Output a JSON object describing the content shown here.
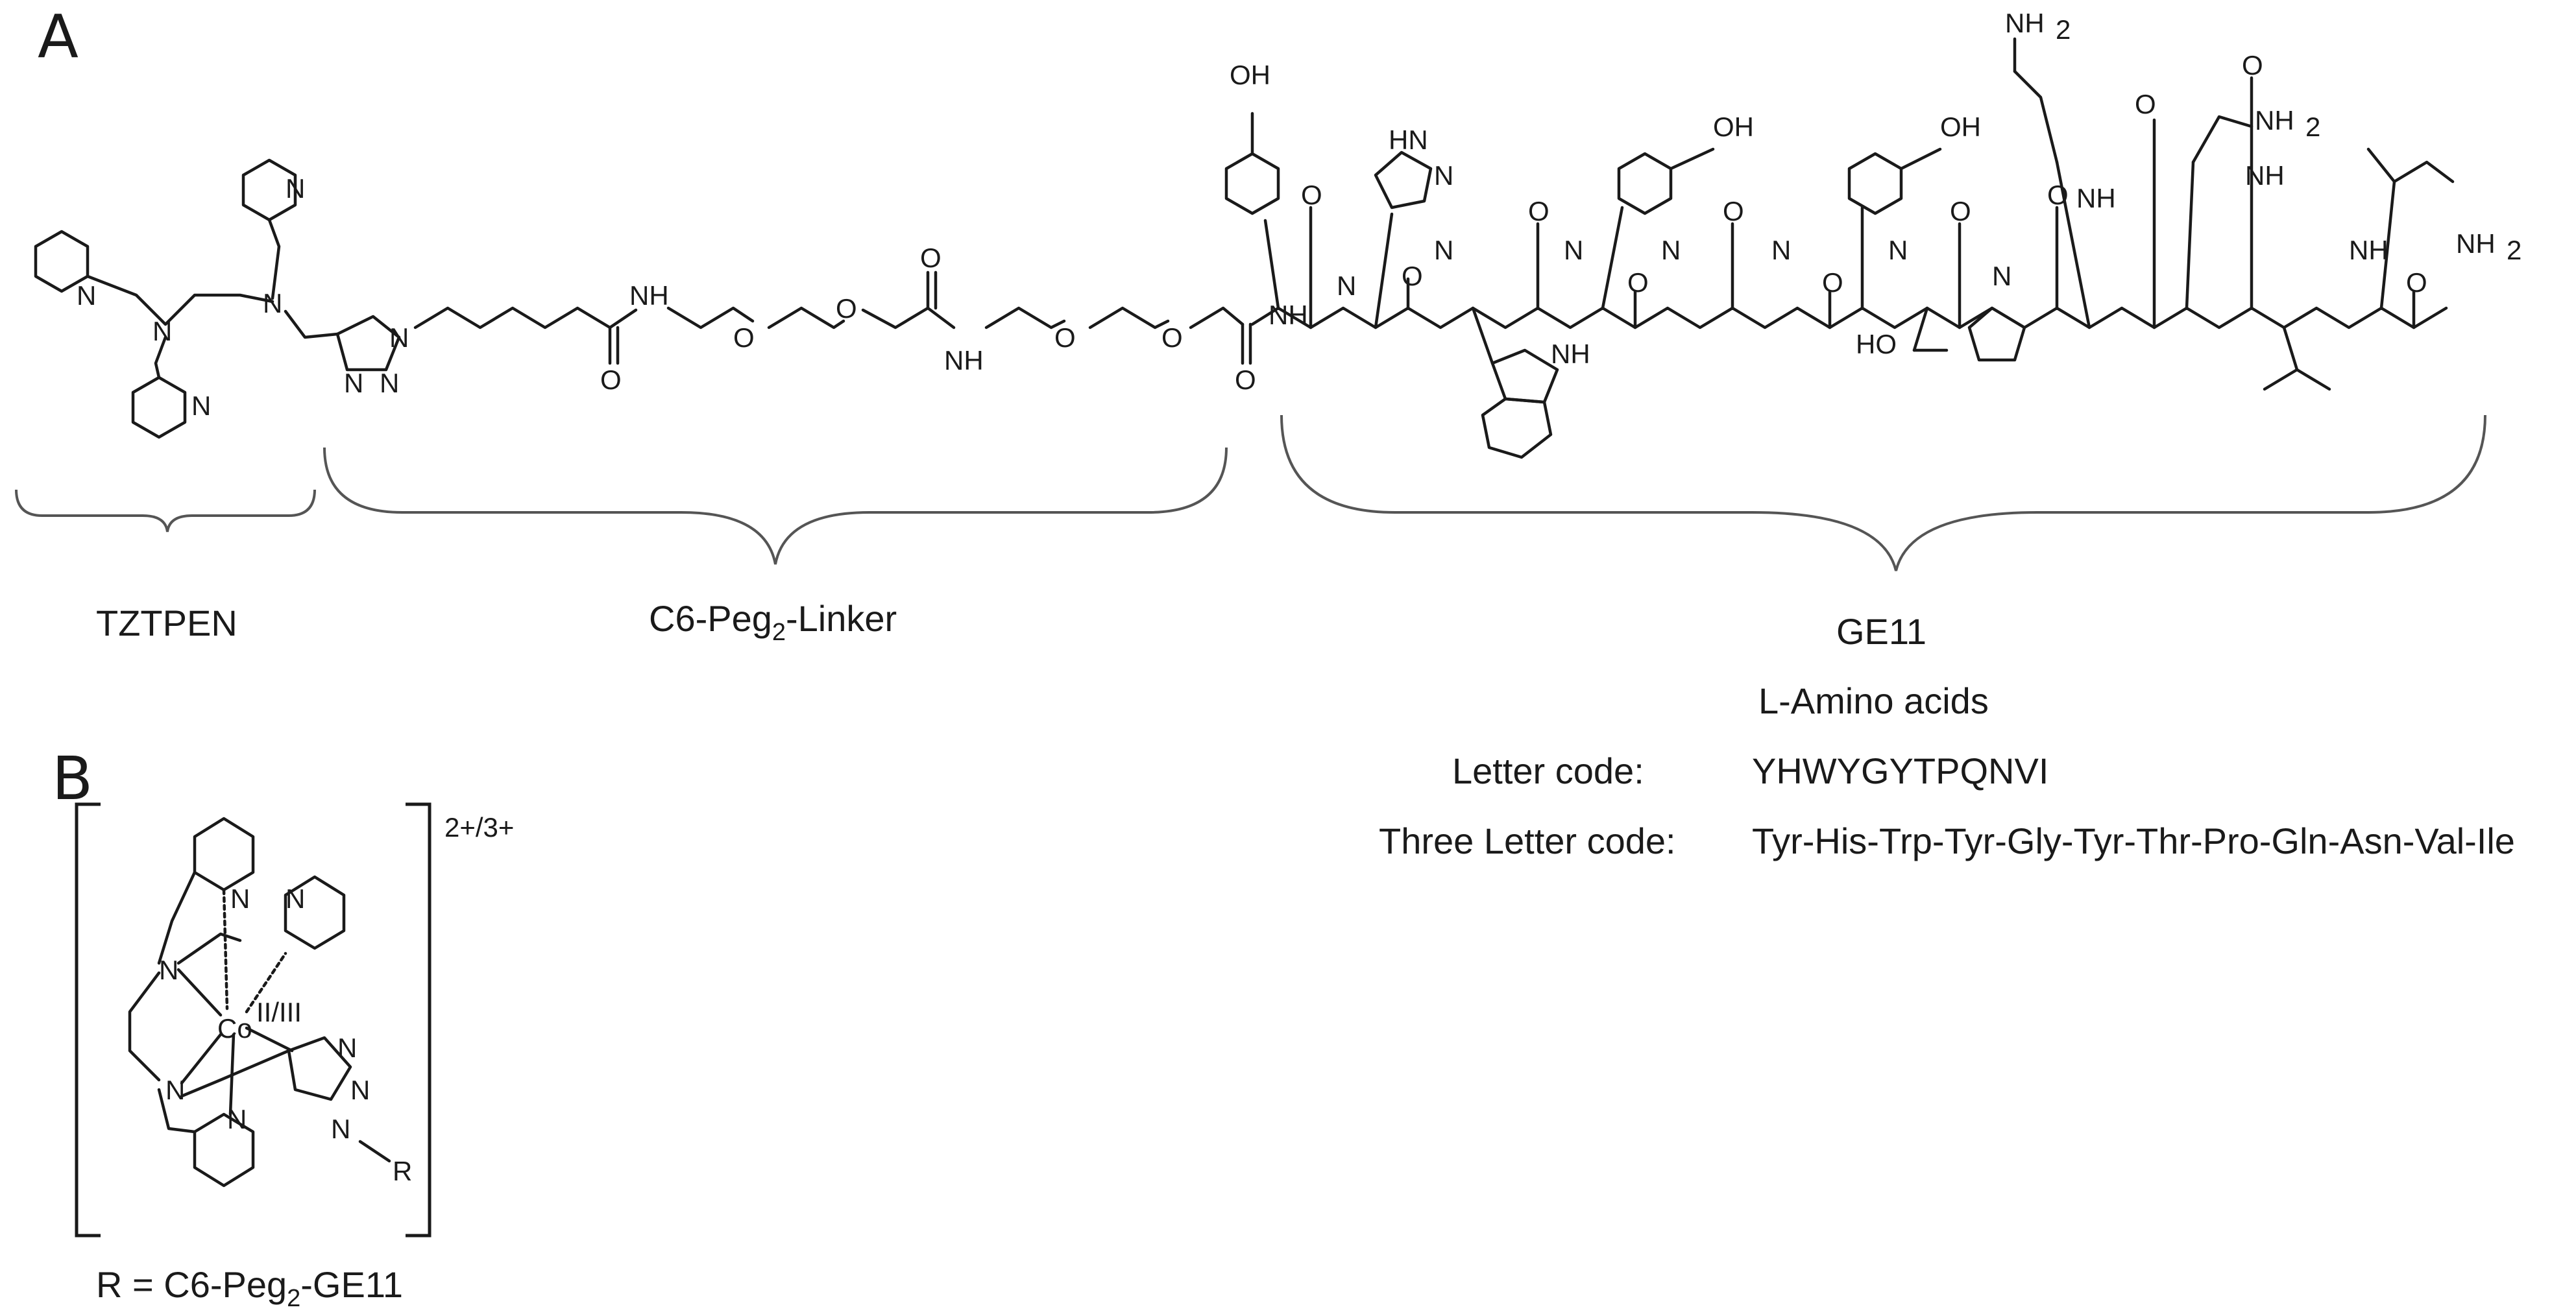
{
  "panels": {
    "a": "A",
    "b": "B"
  },
  "segments": {
    "chelator": "TZTPEN",
    "linker_prefix": "C6-Peg",
    "linker_sub": "2",
    "linker_suffix": "-Linker",
    "peptide": "GE11"
  },
  "peptide_info": {
    "config": "L-Amino acids",
    "letter_label": "Letter code:",
    "letter_value": "YHWYGYTPQNVI",
    "three_label": "Three Letter code:",
    "three_value": "Tyr-His-Trp-Tyr-Gly-Tyr-Thr-Pro-Gln-Asn-Val-Ile"
  },
  "complex": {
    "charge": "2+/3+",
    "metal": "Co",
    "oxidation": "II/III",
    "r_group": "R",
    "r_def_prefix": "R = C6-Peg",
    "r_def_sub": "2",
    "r_def_suffix": "-GE11"
  },
  "atoms": {
    "N": "N",
    "H": "H",
    "NH": "NH",
    "HN": "HN",
    "O": "O",
    "OH": "OH",
    "HO": "HO",
    "NH2": "NH"
  }
}
